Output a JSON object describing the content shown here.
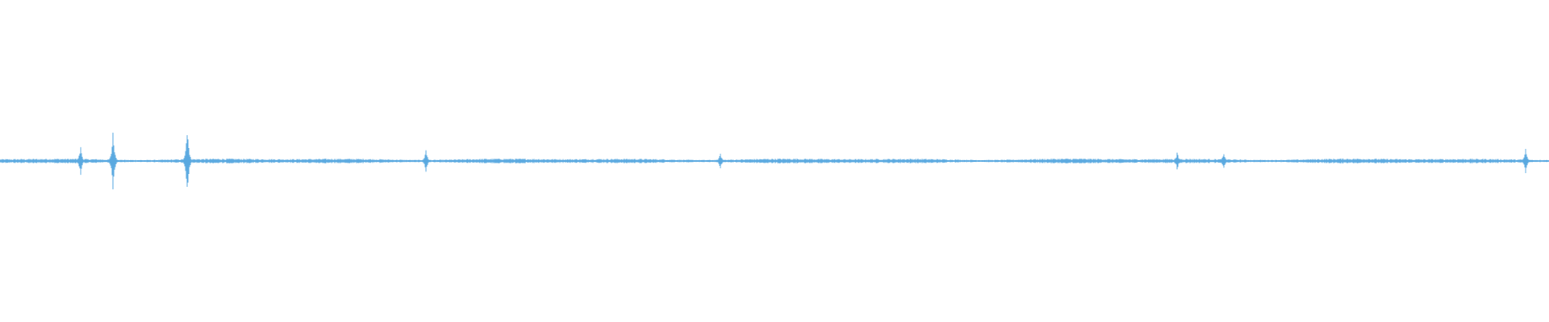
{
  "waveform": {
    "color": "#5aa9e0",
    "background": "#ffffff",
    "peak_max_fraction": 0.14,
    "baseline_amplitude_fraction": 0.012,
    "spikes": [
      {
        "time_fraction": 0.052,
        "amplitude_fraction": 0.05
      },
      {
        "time_fraction": 0.073,
        "amplitude_fraction": 0.11
      },
      {
        "time_fraction": 0.121,
        "amplitude_fraction": 0.13
      },
      {
        "time_fraction": 0.275,
        "amplitude_fraction": 0.04
      },
      {
        "time_fraction": 0.465,
        "amplitude_fraction": 0.03
      },
      {
        "time_fraction": 0.76,
        "amplitude_fraction": 0.03
      },
      {
        "time_fraction": 0.79,
        "amplitude_fraction": 0.03
      },
      {
        "time_fraction": 0.985,
        "amplitude_fraction": 0.045
      }
    ]
  }
}
